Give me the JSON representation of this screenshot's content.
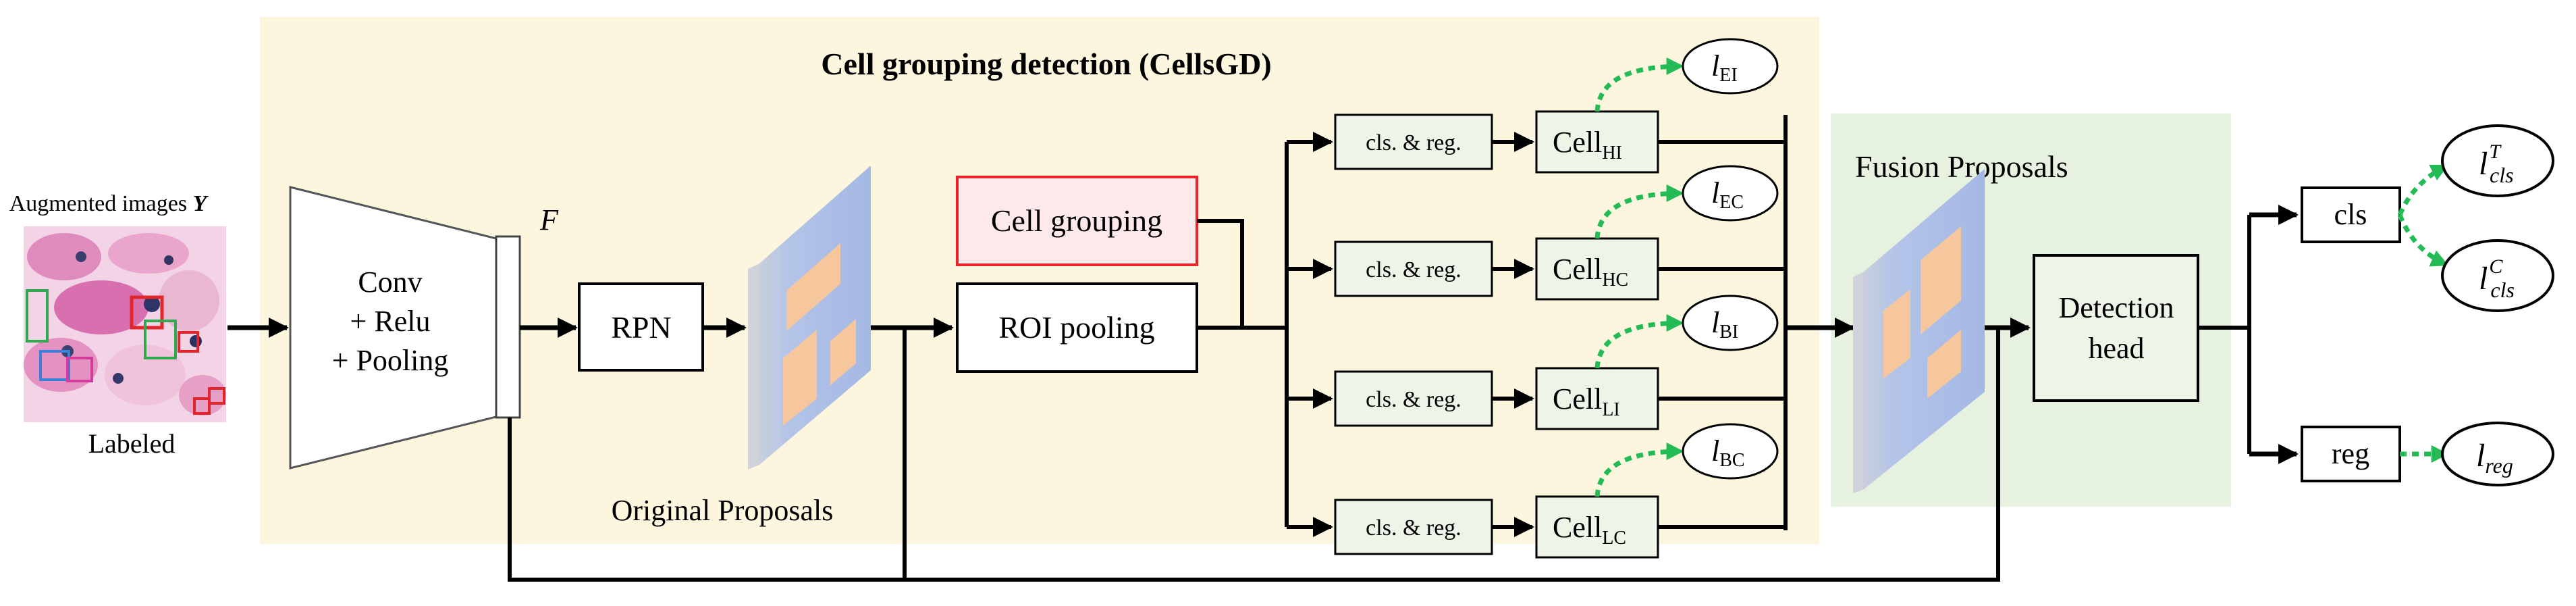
{
  "title": "Cell grouping detection (CellsGD)",
  "input": {
    "caption": "Augmented images ",
    "caption_var": "Y",
    "label": "Labeled"
  },
  "backbone": {
    "line1": "Conv",
    "line2": "+ Relu",
    "line3": "+ Pooling",
    "feature": "F"
  },
  "rpn": "RPN",
  "original_proposals": "Original Proposals",
  "cell_grouping": "Cell grouping",
  "roi_pooling": "ROI pooling",
  "branches": [
    {
      "head": "cls. & reg.",
      "cell": "Cell",
      "sub": "HI",
      "loss": "l",
      "loss_sub": "EI"
    },
    {
      "head": "cls. & reg.",
      "cell": "Cell",
      "sub": "HC",
      "loss": "l",
      "loss_sub": "EC"
    },
    {
      "head": "cls. & reg.",
      "cell": "Cell",
      "sub": "LI",
      "loss": "l",
      "loss_sub": "BI"
    },
    {
      "head": "cls. & reg.",
      "cell": "Cell",
      "sub": "LC",
      "loss": "l",
      "loss_sub": "BC"
    }
  ],
  "fusion_proposals": "Fusion Proposals",
  "detection_head": {
    "line1": "Detection",
    "line2": "head"
  },
  "outputs": {
    "cls": "cls",
    "reg": "reg",
    "loss_cls_T": {
      "base": "l",
      "sub": "cls",
      "sup": "T"
    },
    "loss_cls_C": {
      "base": "l",
      "sub": "cls",
      "sup": "C"
    },
    "loss_reg": {
      "base": "l",
      "sub": "reg"
    }
  },
  "colors": {
    "cellsgd_bg": "#fdf6df",
    "fusion_bg": "#e6f1df",
    "box_fill": "#eef5e8",
    "cell_grouping_border": "#e8232a",
    "cell_grouping_fill": "#fde9ec",
    "dashed_green": "#22bb55",
    "proposal_plane": "#a9bde6",
    "proposal_rect": "#f6c79c"
  }
}
